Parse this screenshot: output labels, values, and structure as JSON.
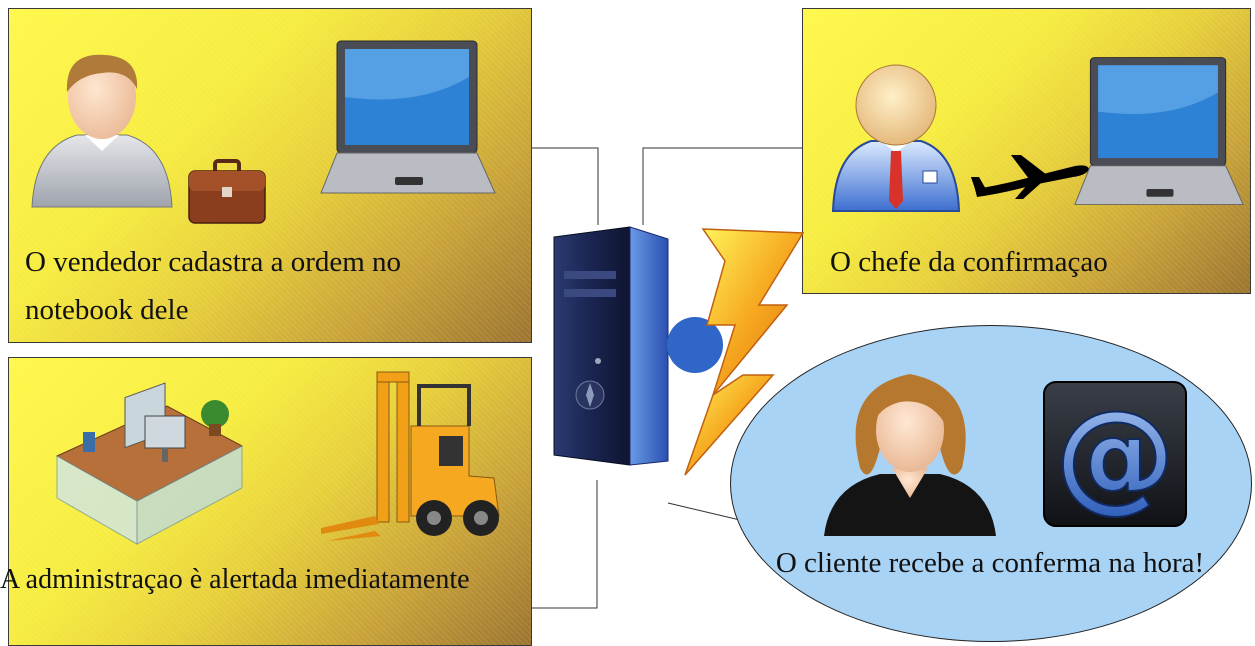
{
  "panels": {
    "salesperson": {
      "caption": "O vendedor cadastra a ordem no notebook dele"
    },
    "boss": {
      "caption": "O chefe da confirmaçao"
    },
    "administration": {
      "caption": "A administraçao è alertada imediatamente"
    },
    "customer": {
      "caption": "O cliente recebe a conferma na hora!"
    }
  },
  "colors": {
    "panel_yellow": "#fff84a",
    "panel_brown": "#9c7430",
    "ellipse_blue": "#a9d3f5"
  },
  "icons": [
    "person-icon",
    "briefcase-icon",
    "laptop-icon",
    "manager-icon",
    "airplane-icon",
    "laptop-icon",
    "desk-icon",
    "forklift-icon",
    "server-icon",
    "lightning-icon",
    "woman-icon",
    "at-sign-icon"
  ]
}
